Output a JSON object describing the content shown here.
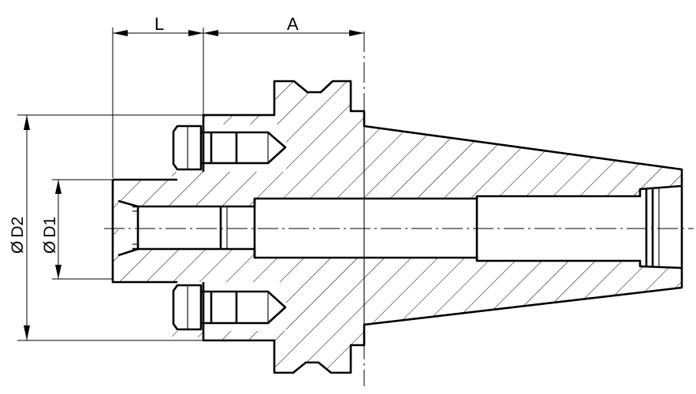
{
  "labels": {
    "length_l": "L",
    "length_a": "A",
    "diameter_d2": "D2",
    "diameter_d1": "D1",
    "diameter_symbol": "Ø"
  }
}
